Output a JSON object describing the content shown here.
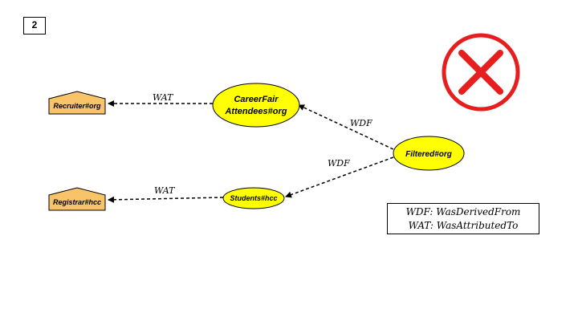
{
  "slide_number": "2",
  "nodes": {
    "recruiter": "Recruiter#org",
    "registrar": "Registrar#hcc",
    "careerfair_line1": "CareerFair",
    "careerfair_line2": "Attendees#org",
    "students": "Students#hcc",
    "filtered": "Filtered#org"
  },
  "edges": {
    "wat_top": "WAT",
    "wat_bottom": "WAT",
    "wdf_top": "WDF",
    "wdf_bottom": "WDF"
  },
  "legend": {
    "line1": "WDF: WasDerivedFrom",
    "line2": "WAT: WasAttributedTo"
  },
  "colors": {
    "agent_fill": "#f9c36a",
    "entity_fill": "#ffff00",
    "reject_mark": "#e61e1e"
  },
  "icons": {
    "status": "red-x-icon"
  }
}
